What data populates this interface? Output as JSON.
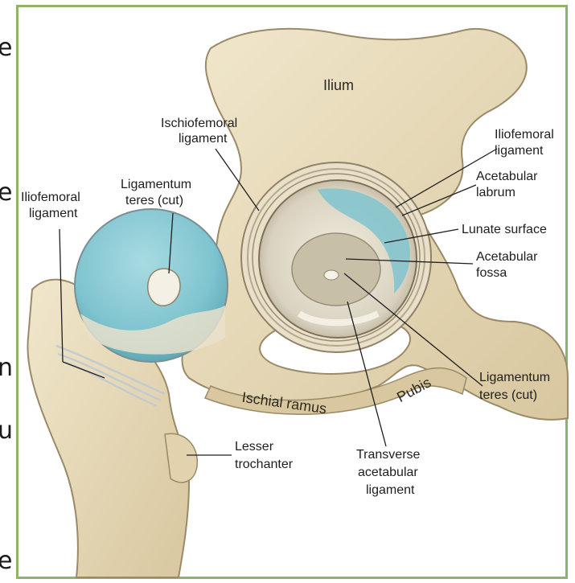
{
  "edge_glyphs": [
    "e",
    "e",
    "n",
    "u",
    "e"
  ],
  "labels": {
    "ilium": "Ilium",
    "ischiofemoral_1": "Ischiofemoral",
    "ischiofemoral_2": "ligament",
    "iliofemoral_right_1": "Iliofemoral",
    "iliofemoral_right_2": "ligament",
    "acetabular_labrum_1": "Acetabular",
    "acetabular_labrum_2": "labrum",
    "lunate_surface": "Lunate surface",
    "acetabular_fossa_1": "Acetabular",
    "acetabular_fossa_2": "fossa",
    "ligamentum_teres_left_1": "Ligamentum",
    "ligamentum_teres_left_2": "teres (cut)",
    "iliofemoral_left_1": "Iliofemoral",
    "iliofemoral_left_2": "ligament",
    "ligamentum_teres_right_1": "Ligamentum",
    "ligamentum_teres_right_2": "teres (cut)",
    "pubis": "Pubis",
    "ischial_ramus": "Ischial ramus",
    "lesser_trochanter_1": "Lesser",
    "lesser_trochanter_2": "trochanter",
    "transverse_1": "Transverse",
    "transverse_2": "acetabular",
    "transverse_3": "ligament"
  },
  "colors": {
    "bone": "#ece0c2",
    "bone_shade": "#d6c59e",
    "cartilage": "#7fc4cf",
    "frame": "#8cb56a"
  }
}
